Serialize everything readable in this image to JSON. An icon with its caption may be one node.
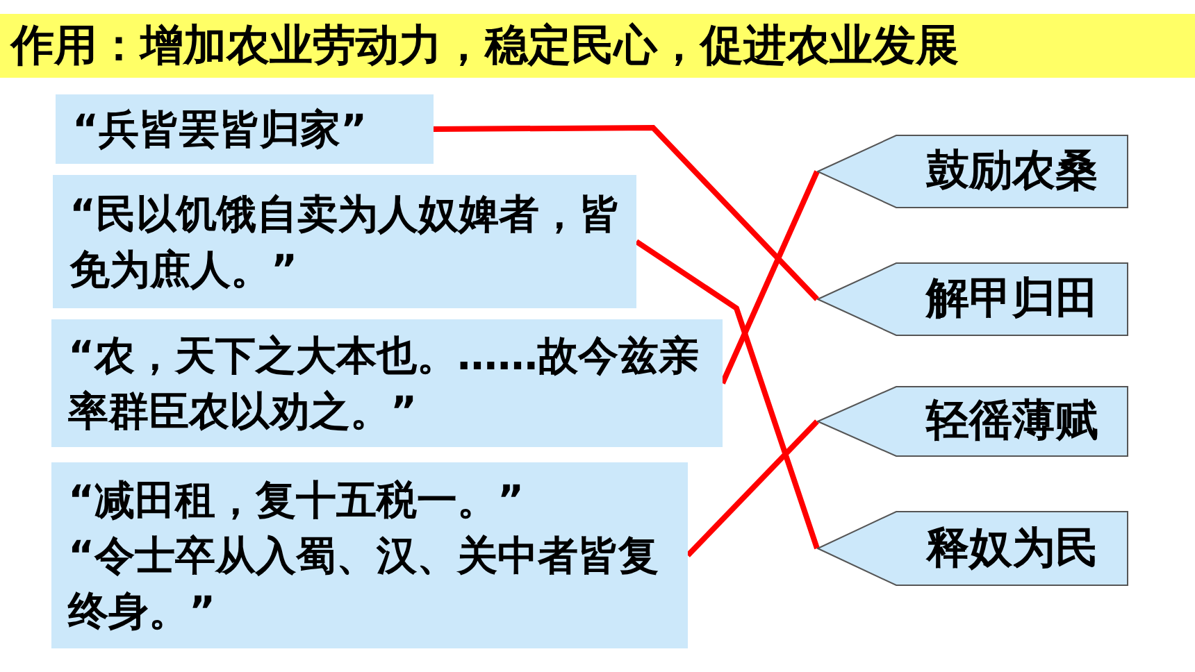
{
  "diagram": {
    "title": "作用：增加农业劳动力，稳定民心，促进农业发展",
    "nodes": [
      {
        "text": [
          "“兵皆罢皆归家”"
        ]
      },
      {
        "text": [
          "“民以饥饿自卖为人奴婢者，皆免为庶人。”"
        ]
      },
      {
        "text": [
          "“农，天下之大本也。……故今兹亲率群臣农以劝之。”"
        ]
      },
      {
        "text": [
          "“减田租，复十五税一。”",
          "“令士卒从入蜀、汉、关中者皆复终身。”"
        ]
      },
      {
        "text": [
          "鼓励农桑"
        ]
      },
      {
        "text": [
          "解甲归田"
        ]
      },
      {
        "text": [
          "轻徭薄赋"
        ]
      },
      {
        "text": [
          "释奴为民"
        ]
      }
    ],
    "edges": [
      {
        "from": 0,
        "to": 5,
        "arrow": "none"
      },
      {
        "from": 1,
        "to": 7,
        "arrow": "none"
      },
      {
        "from": 2,
        "to": 4,
        "arrow": "none"
      },
      {
        "from": 3,
        "to": 6,
        "arrow": "none"
      }
    ]
  }
}
